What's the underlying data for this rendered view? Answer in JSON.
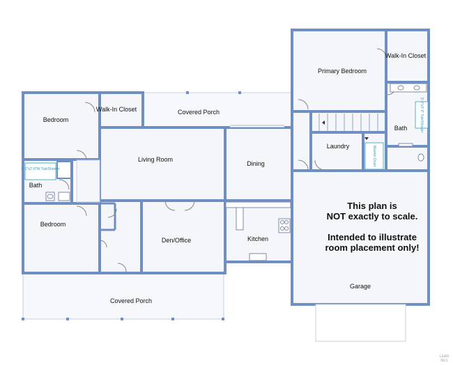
{
  "rooms": {
    "bedroom_upper": "Bedroom",
    "walk_in_closet_left": "Walk-In Closet",
    "covered_porch_top": "Covered Porch",
    "living_room": "Living Room",
    "dining": "Dining",
    "bath_left": "Bath",
    "bedroom_lower": "Bedroom",
    "den_office": "Den/Office",
    "kitchen": "Kitchen",
    "covered_porch_bottom": "Covered Porch",
    "primary_bedroom": "Primary Bedroom",
    "walk_in_closet_right": "Walk-In Closet",
    "bath_right": "Bath",
    "laundry": "Laundry",
    "garage": "Garage"
  },
  "fixtures": {
    "tub_left": "5'-0\"x2'-8\"W Tub/Shower",
    "shower_right": "3'-0\"x3'-0\" Tub/Shower",
    "laundry_side": "Washer Dryer"
  },
  "note": {
    "line1": "This plan is",
    "line2": "NOT exactly to scale.",
    "line3": "Intended to illustrate",
    "line4": "room placement only!"
  },
  "logo": {
    "line1": "LEAN",
    "line2": "MLS"
  }
}
